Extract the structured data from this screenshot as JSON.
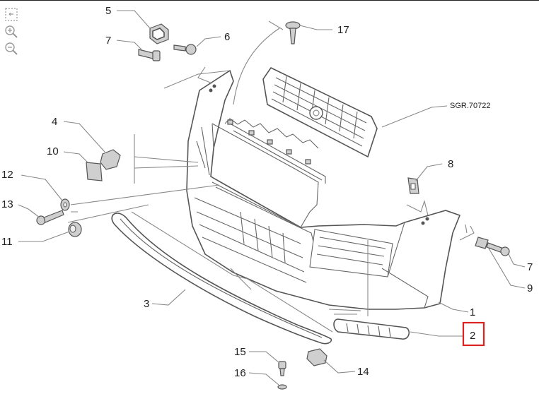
{
  "toolbar": {
    "icons": [
      "expand-icon",
      "zoom-in-icon",
      "zoom-out-icon"
    ]
  },
  "diagram": {
    "reference_code": "SGR.70722",
    "callouts": {
      "c1": "1",
      "c2": "2",
      "c3": "3",
      "c4": "4",
      "c5": "5",
      "c6": "6",
      "c7a": "7",
      "c7b": "7",
      "c8": "8",
      "c9": "9",
      "c10": "10",
      "c11": "11",
      "c12": "12",
      "c13": "13",
      "c14": "14",
      "c15": "15",
      "c16": "16",
      "c17": "17"
    },
    "highlighted_callout": "2",
    "highlight_color": "#d22222"
  }
}
